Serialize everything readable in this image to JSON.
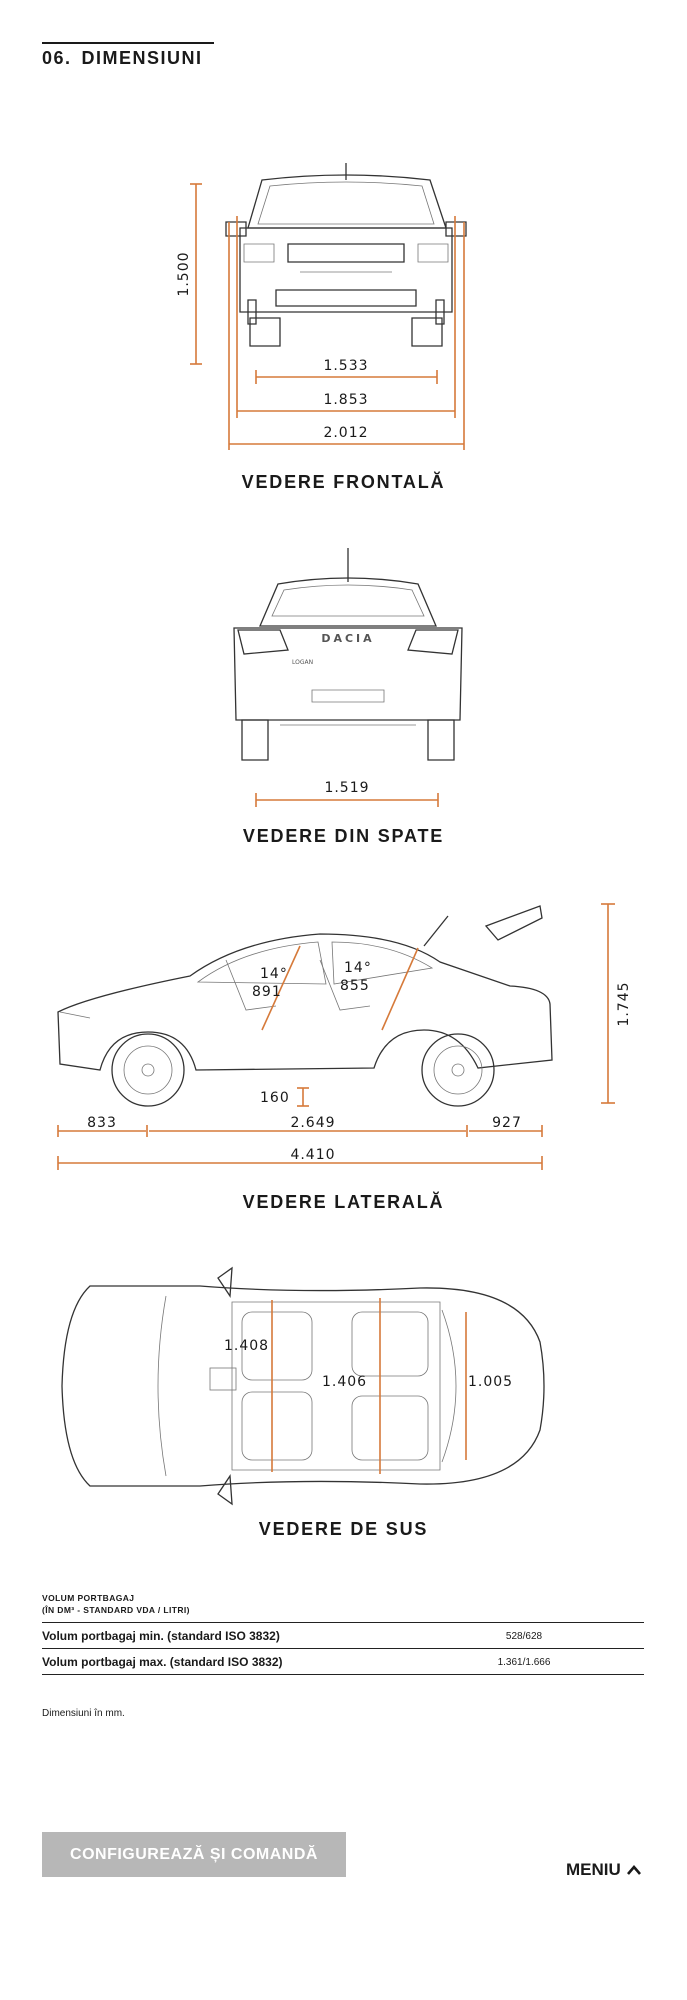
{
  "header": {
    "number": "06.",
    "title": "DIMENSIUNI"
  },
  "front_view": {
    "title": "VEDERE FRONTALĂ",
    "height": "1.500",
    "track": "1.533",
    "width": "1.853",
    "width_mirrors": "2.012"
  },
  "rear_view": {
    "title": "VEDERE DIN SPATE",
    "track": "1.519",
    "badge": "DACIA",
    "model": "LOGAN"
  },
  "side_view": {
    "title": "VEDERE LATERALĂ",
    "front_angle": "14°",
    "front_leg": "891",
    "rear_angle": "14°",
    "rear_leg": "855",
    "height": "1.745",
    "ground_clearance": "160",
    "front_overhang": "833",
    "wheelbase": "2.649",
    "rear_overhang": "927",
    "length": "4.410"
  },
  "top_view": {
    "title": "VEDERE DE SUS",
    "front_width": "1.408",
    "rear_width": "1.406",
    "trunk_width": "1.005"
  },
  "trunk_table": {
    "caption_line1": "VOLUM PORTBAGAJ",
    "caption_line2": "(ÎN DM³ - STANDARD VDA / LITRI)",
    "rows": [
      {
        "label": "Volum portbagaj min. (standard ISO 3832)",
        "value": "528/628"
      },
      {
        "label": "Volum portbagaj max. (standard ISO 3832)",
        "value": "1.361/1.666"
      }
    ]
  },
  "note": "Dimensiuni în mm.",
  "cta_label": "CONFIGUREAZĂ ȘI COMANDĂ",
  "menu_label": "MENIU",
  "colors": {
    "dimension_line": "#d67a3a",
    "cta_bg": "#b7b7b7"
  }
}
